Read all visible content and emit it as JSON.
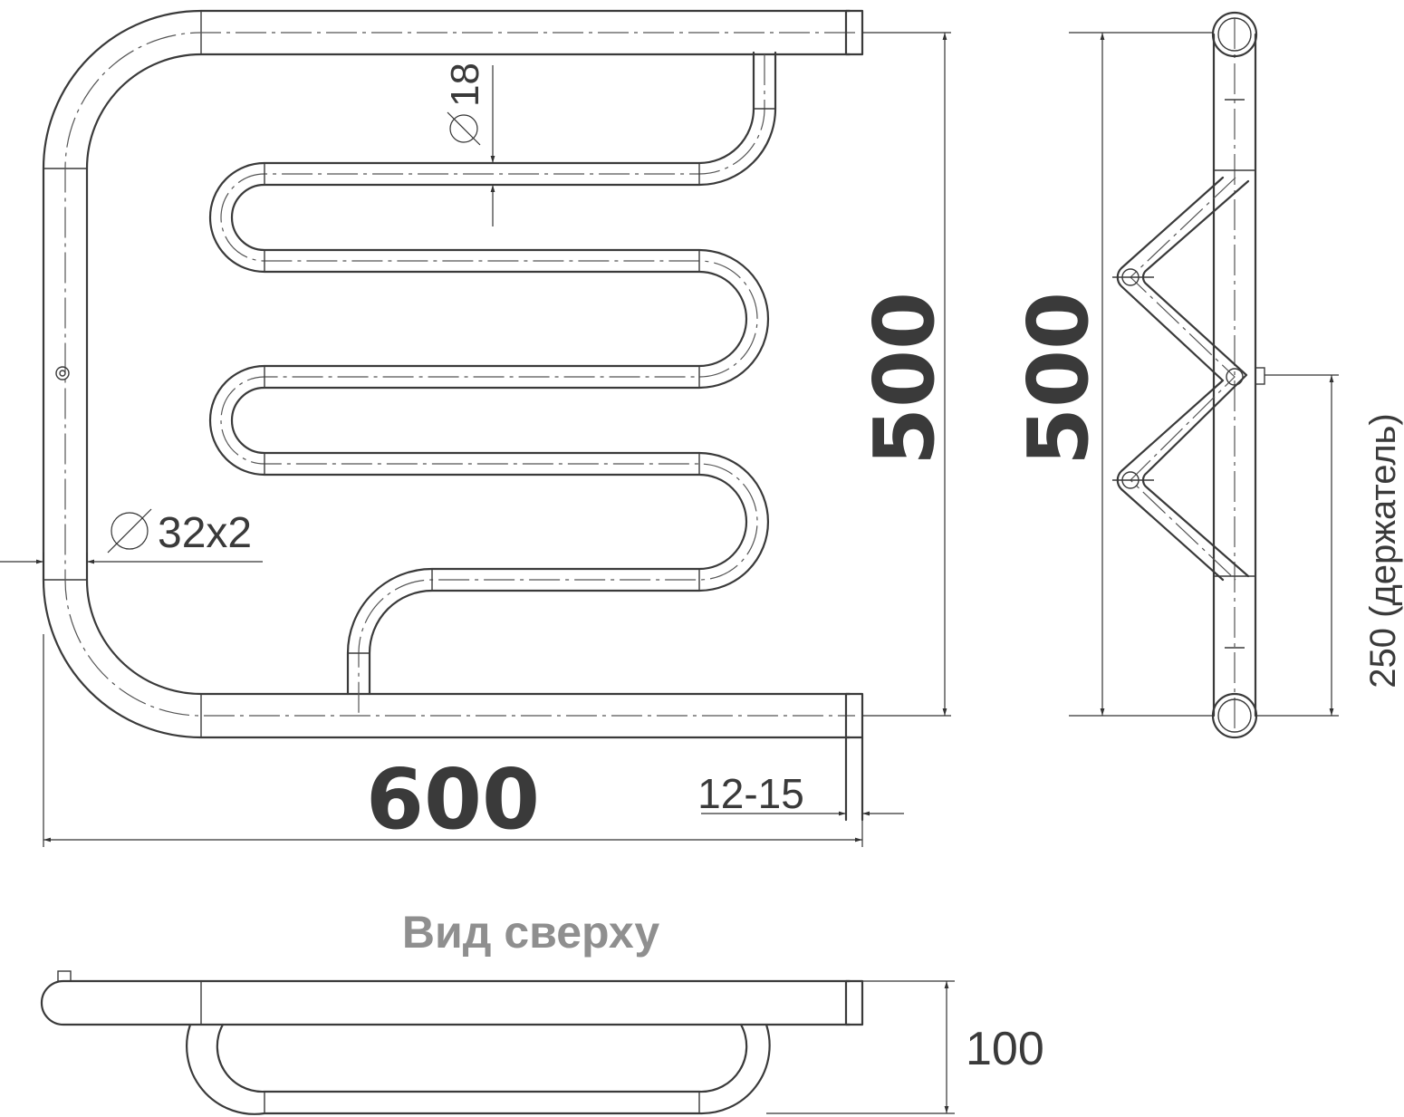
{
  "front_view": {
    "width_label": "600",
    "height_label": "500",
    "small_pipe_label": "18",
    "main_pipe_label": "32x2",
    "wall_gap_label": "12-15"
  },
  "side_view": {
    "height_label": "500",
    "holder_label": "250 (держатель)"
  },
  "top_view": {
    "title": "Вид сверху",
    "depth_label": "100"
  }
}
